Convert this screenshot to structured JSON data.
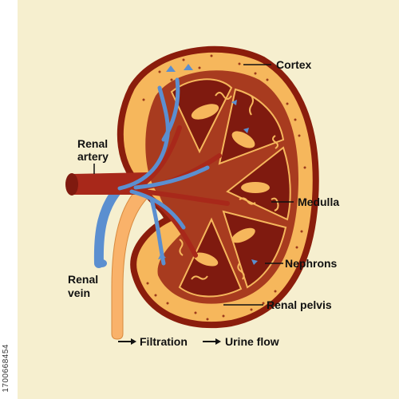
{
  "labels": {
    "cortex": "Cortex",
    "renal_artery_line1": "Renal",
    "renal_artery_line2": "artery",
    "medulla": "Medulla",
    "nephrons": "Nephrons",
    "renal_vein_line1": "Renal",
    "renal_vein_line2": "vein",
    "renal_pelvis": "Renal pelvis"
  },
  "legend": {
    "filtration": "Filtration",
    "urine_flow": "Urine flow"
  },
  "stock_id": "1700668454",
  "colors": {
    "background": "#f6efcf",
    "kidney_outline": "#8b1d0c",
    "cortex_fill": "#f6b75c",
    "medulla_fill": "#a83b1f",
    "pyramid_fill": "#7f1a0f",
    "blood_vein": "#5b8fd0",
    "artery": "#a8281a",
    "ureter": "#f9b26a"
  },
  "icons": {
    "arrow": "right-arrow-icon"
  }
}
